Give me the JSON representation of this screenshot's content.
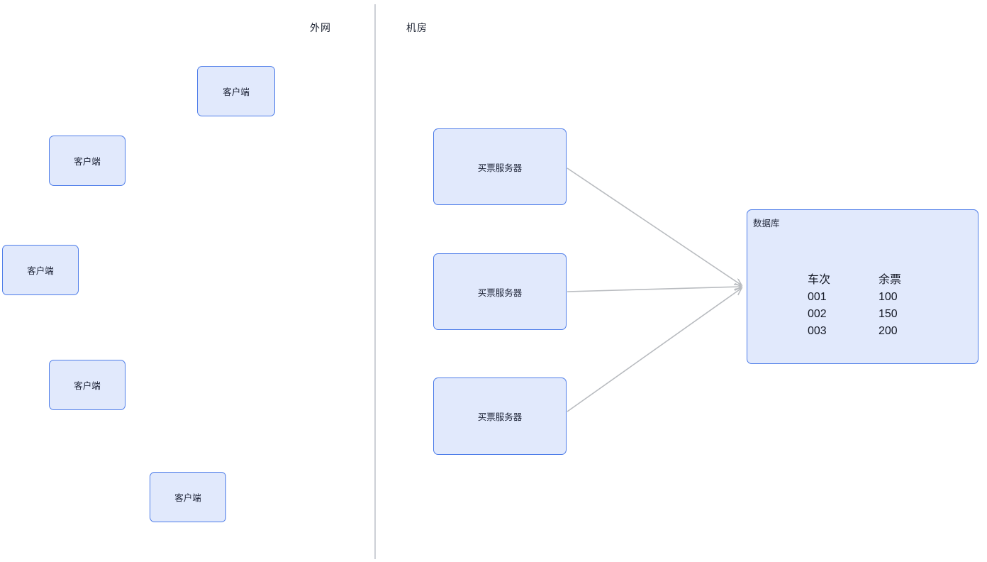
{
  "diagram": {
    "zones": {
      "external_network_label": "外网",
      "server_room_label": "机房"
    },
    "clients": [
      {
        "label": "客户端"
      },
      {
        "label": "客户端"
      },
      {
        "label": "客户端"
      },
      {
        "label": "客户端"
      },
      {
        "label": "客户端"
      }
    ],
    "servers": [
      {
        "label": "买票服务器"
      },
      {
        "label": "买票服务器"
      },
      {
        "label": "买票服务器"
      }
    ],
    "database": {
      "title": "数据库",
      "table": {
        "headers": [
          "车次",
          "余票"
        ],
        "rows": [
          [
            "001",
            "100"
          ],
          [
            "002",
            "150"
          ],
          [
            "003",
            "200"
          ]
        ]
      }
    },
    "colors": {
      "node_fill": "#e1e9fc",
      "node_border": "#4e7de9",
      "arrow": "#b9bcc0",
      "divider": "#cdd0d6",
      "text": "#21273a"
    }
  }
}
